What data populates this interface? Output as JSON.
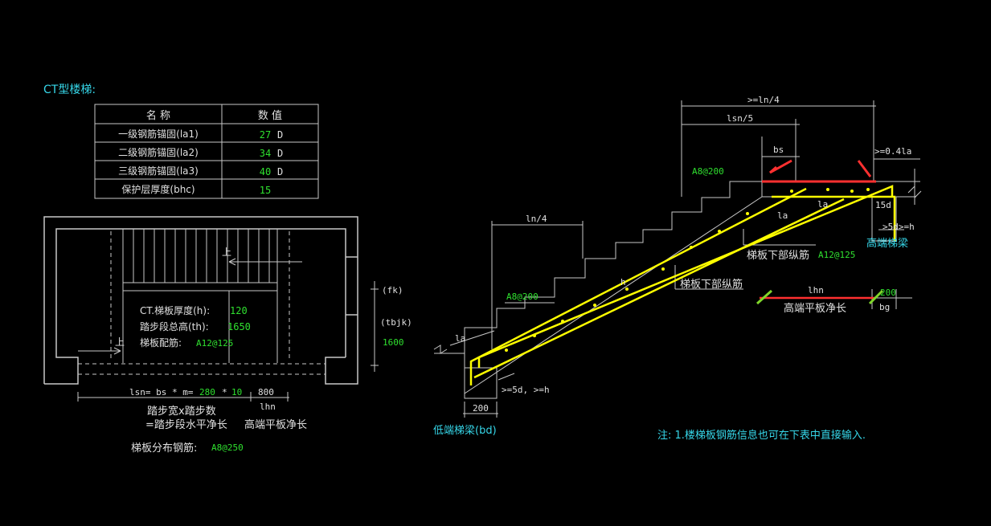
{
  "title": "CT型楼梯:",
  "table": {
    "headers": [
      "名 称",
      "数 值"
    ],
    "rows": [
      {
        "name": "一级钢筋锚固(la1)",
        "value": "27",
        "unit": "D"
      },
      {
        "name": "二级钢筋锚固(la2)",
        "value": "34",
        "unit": "D"
      },
      {
        "name": "三级钢筋锚固(la3)",
        "value": "40",
        "unit": "D"
      },
      {
        "name": "保护层厚度(bhc)",
        "value": "15",
        "unit": ""
      }
    ]
  },
  "plan": {
    "up1": "上",
    "up2": "上",
    "thickness_label": "CT.梯板厚度(h):",
    "thickness_value": "120",
    "height_label": "踏步段总高(th):",
    "height_value": "1650",
    "rebar_label": "梯板配筋:",
    "rebar_value": "A12@125",
    "fk": "(fk)",
    "tbjk": "(tbjk)",
    "tbjk_value": "1600",
    "lsn_prefix": "lsn= bs * m=",
    "bs_value": "280",
    "mult": "*",
    "m_value": "10",
    "lhn_value": "800",
    "lhn_label": "lhn",
    "note1": "踏步宽x踏步数",
    "note2": "=踏步段水平净长",
    "note3": "高端平板净长",
    "dist_label": "梯板分布钢筋:",
    "dist_value": "A8@250"
  },
  "section": {
    "ln4_top": ">=ln/4",
    "lsn5": "lsn/5",
    "bs": "bs",
    "la_04": ">=0.4la",
    "a8_top": "A8@200",
    "la_a": "la",
    "la_b": "la",
    "d15": "15d",
    "d5_right": ">5d>=h",
    "high_beam": "高端梯梁",
    "lower_long": "梯板下部纵筋",
    "lower_long_value": "A12@125",
    "ln4_left": "ln/4",
    "h": "h",
    "lower_long2": "梯板下部纵筋",
    "a8_left": "A8@200",
    "la_left": "la",
    "d5_left": ">=5d, >=h",
    "w200_low": "200",
    "low_beam": "低端梯梁(bd)",
    "lhn": "lhn",
    "w200_high": "200",
    "bg": "bg",
    "high_flat": "高端平板净长"
  },
  "note": "注: 1.楼梯板钢筋信息也可在下表中直接输入.",
  "colors": {
    "line": "#c8c8c8",
    "value": "#2fe02f",
    "cyan": "#36d6e8",
    "rebar": "#ffff00",
    "red": "#ff3030"
  }
}
